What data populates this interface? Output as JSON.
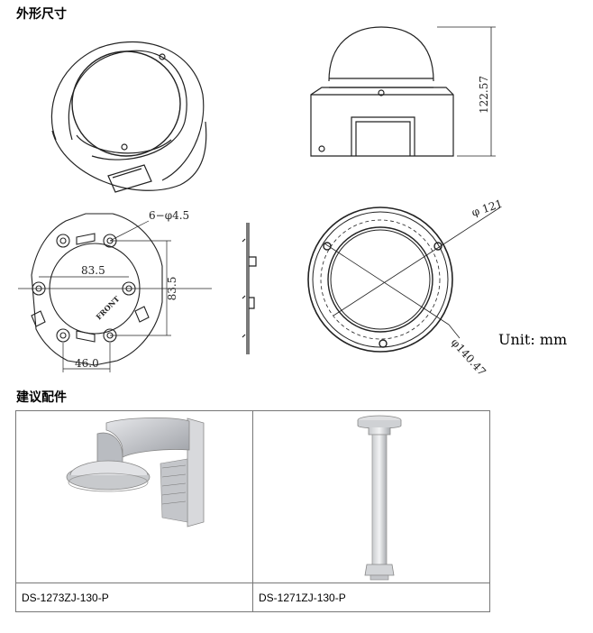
{
  "sections": {
    "dimensions_title": "外形尺寸",
    "accessories_title": "建议配件"
  },
  "dimensions": {
    "height": "122.57",
    "screw_holes": "6−φ4.5",
    "hole_spacing_h": "83.5",
    "hole_spacing_v": "83.5",
    "bottom_width": "46.0",
    "front_label": "FRONT",
    "inner_diameter": "φ 121",
    "outer_diameter": "φ140.47",
    "unit": "Unit:  mm"
  },
  "accessories": [
    {
      "model": "DS-1273ZJ-130-P",
      "icon": "wall-mount-bracket"
    },
    {
      "model": "DS-1271ZJ-130-P",
      "icon": "pendant-mount-pole"
    }
  ]
}
